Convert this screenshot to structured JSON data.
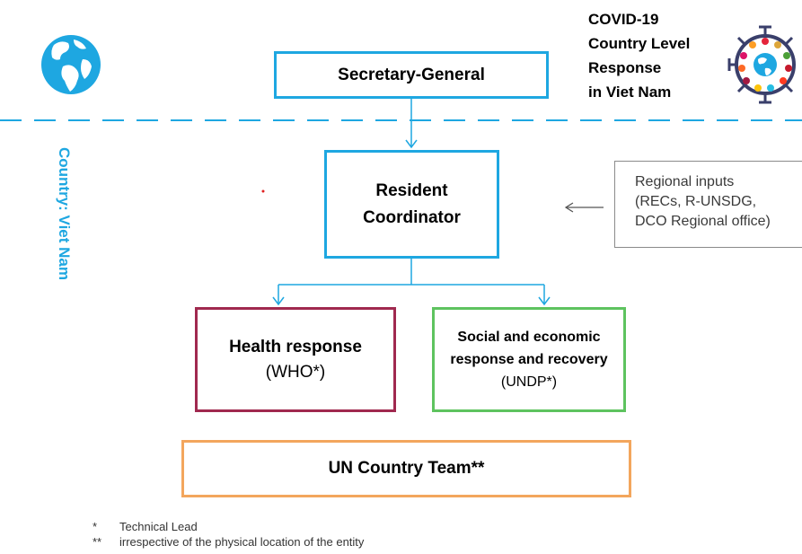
{
  "header": {
    "covid_title_line1": "COVID-19",
    "covid_title_line2": "Country Level",
    "covid_title_line3": "Response",
    "covid_title_line4": "in Viet Nam"
  },
  "side_label": "Country: Viet Nam",
  "nodes": {
    "secretary_general": "Secretary-General",
    "resident_coordinator_line1": "Resident",
    "resident_coordinator_line2": "Coordinator",
    "health_title": "Health response",
    "health_lead": "(WHO*)",
    "social_title_line1": "Social and economic",
    "social_title_line2": "response and recovery",
    "social_lead": "(UNDP*)",
    "un_country_team": "UN Country Team**"
  },
  "regional": {
    "line1": "Regional inputs",
    "line2": "(RECs, R-UNSDG,",
    "line3": "DCO Regional office)"
  },
  "footnotes": [
    {
      "mark": "*",
      "text": "Technical Lead"
    },
    {
      "mark": "**",
      "text": "irrespective of the physical location of the entity"
    }
  ],
  "colors": {
    "un_blue": "#1ea7e1",
    "health_border": "#a0294f",
    "social_border": "#5ec35f",
    "unct_border": "#f3a65d"
  }
}
